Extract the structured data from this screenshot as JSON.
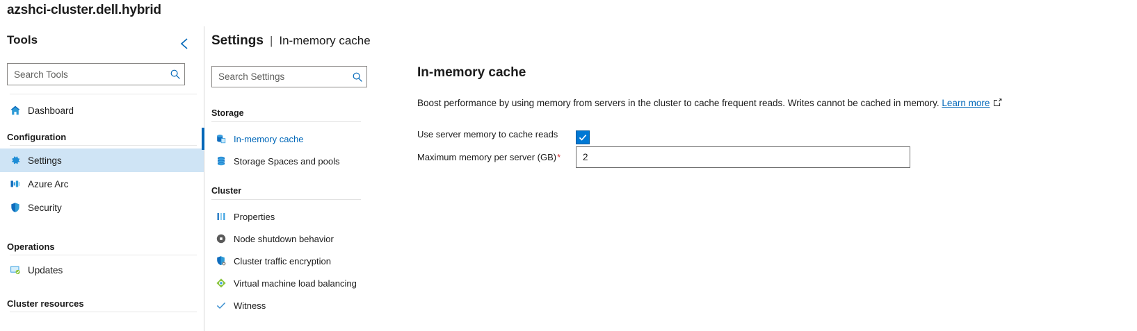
{
  "breadcrumb": {
    "cluster_name": "azshci-cluster.dell.hybrid"
  },
  "tools_panel": {
    "header": "Tools",
    "collapse_icon": "chevron-left-icon",
    "search": {
      "placeholder": "Search Tools",
      "value": "",
      "icon": "search-icon"
    },
    "groups": [
      {
        "label": "",
        "items": [
          {
            "label": "Dashboard",
            "icon": "home-icon",
            "selected": false
          }
        ]
      },
      {
        "label": "Configuration",
        "items": [
          {
            "label": "Settings",
            "icon": "gear-icon",
            "selected": true
          },
          {
            "label": "Azure Arc",
            "icon": "azure-arc-icon",
            "selected": false
          },
          {
            "label": "Security",
            "icon": "shield-icon",
            "selected": false
          }
        ]
      },
      {
        "label": "Operations",
        "items": [
          {
            "label": "Updates",
            "icon": "updates-icon",
            "selected": false
          }
        ]
      },
      {
        "label": "Cluster resources",
        "items": []
      }
    ]
  },
  "settings_panel": {
    "title": "Settings",
    "separator": "|",
    "subtitle": "In-memory cache",
    "search": {
      "placeholder": "Search Settings",
      "value": "",
      "icon": "search-icon"
    },
    "groups": [
      {
        "label": "Storage",
        "items": [
          {
            "label": "In-memory cache",
            "icon": "cache-icon",
            "selected": true
          },
          {
            "label": "Storage Spaces and pools",
            "icon": "storage-stack-icon",
            "selected": false
          }
        ]
      },
      {
        "label": "Cluster",
        "items": [
          {
            "label": "Properties",
            "icon": "properties-bars-icon",
            "selected": false
          },
          {
            "label": "Node shutdown behavior",
            "icon": "power-node-icon",
            "selected": false
          },
          {
            "label": "Cluster traffic encryption",
            "icon": "shield-lock-icon",
            "selected": false
          },
          {
            "label": "Virtual machine load balancing",
            "icon": "load-balancing-icon",
            "selected": false
          },
          {
            "label": "Witness",
            "icon": "checkmark-icon",
            "selected": false
          }
        ]
      }
    ]
  },
  "main": {
    "title": "In-memory cache",
    "description": "Boost performance by using memory from servers in the cluster to cache frequent reads. Writes cannot be cached in memory.",
    "learn_more_label": "Learn more",
    "learn_more_icon": "external-link-icon",
    "checkbox_row": {
      "label": "Use server memory to cache reads",
      "checked": true,
      "check_icon": "checkmark-icon"
    },
    "memory_row": {
      "label": "Maximum memory per server (GB)",
      "required_marker": "*",
      "value": "2"
    }
  },
  "colors": {
    "accent_blue": "#0067b8",
    "checkbox_blue": "#0078d4",
    "selected_nav_bg": "#cfe4f5",
    "required_red": "#d13438",
    "link_blue": "#0067b8"
  }
}
